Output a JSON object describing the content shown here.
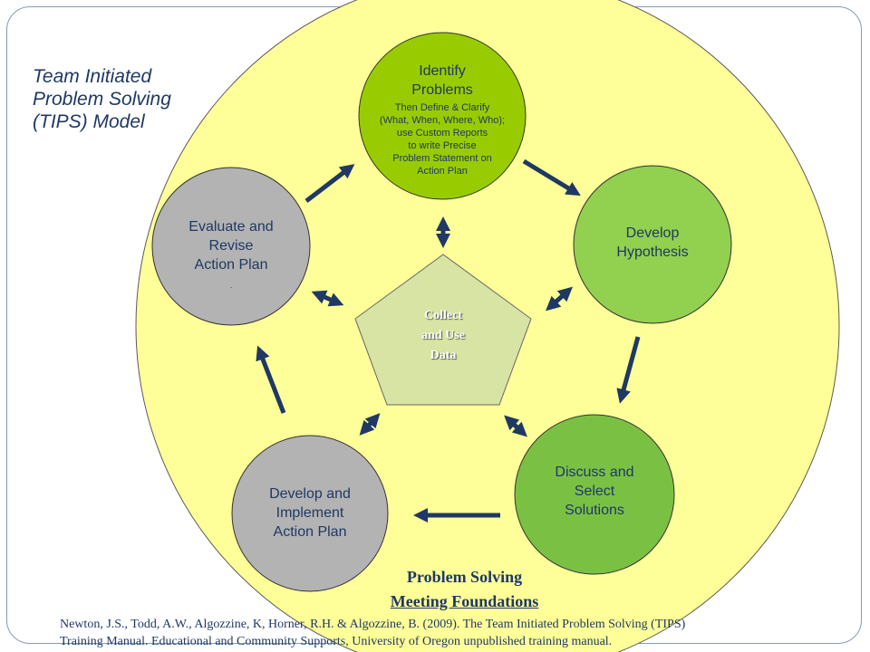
{
  "title": {
    "lines": [
      "Team Initiated",
      "Problem Solving",
      "(TIPS) Model"
    ]
  },
  "nodes": {
    "identify": {
      "main": [
        "Identify",
        "Problems"
      ],
      "sub": [
        "Then Define & Clarify",
        "(What, When, Where, Who);",
        "use Custom Reports",
        "to write Precise",
        "Problem Statement on",
        "Action Plan"
      ]
    },
    "develop_hypothesis": {
      "main": [
        "Develop",
        "Hypothesis"
      ]
    },
    "discuss": {
      "main": [
        "Discuss and",
        "Select",
        "Solutions"
      ]
    },
    "implement": {
      "main": [
        "Develop and",
        "Implement",
        "Action Plan"
      ]
    },
    "evaluate": {
      "main": [
        "Evaluate and",
        "Revise",
        "Action Plan"
      ],
      "dot": "."
    }
  },
  "center": {
    "lines": [
      "Collect",
      "and Use",
      "Data"
    ]
  },
  "footer": {
    "line1": "Problem Solving",
    "line2": "Meeting Foundations"
  },
  "citation": {
    "line1": "Newton, J.S., Todd, A.W., Algozzine, K, Horner, R.H. & Algozzine, B. (2009). The Team Initiated Problem Solving (TIPS)",
    "line2": "Training Manual. Educational and Community Supports, University of Oregon unpublished training manual."
  },
  "colors": {
    "background_circle": "#ffff99",
    "identify": "#99cc00",
    "develop_hypothesis": "#92d050",
    "discuss": "#7ac143",
    "grey_node": "#b3b3b3",
    "pentagon": "#d7e4a4",
    "arrow": "#1f3864",
    "text": "#1f3864"
  }
}
